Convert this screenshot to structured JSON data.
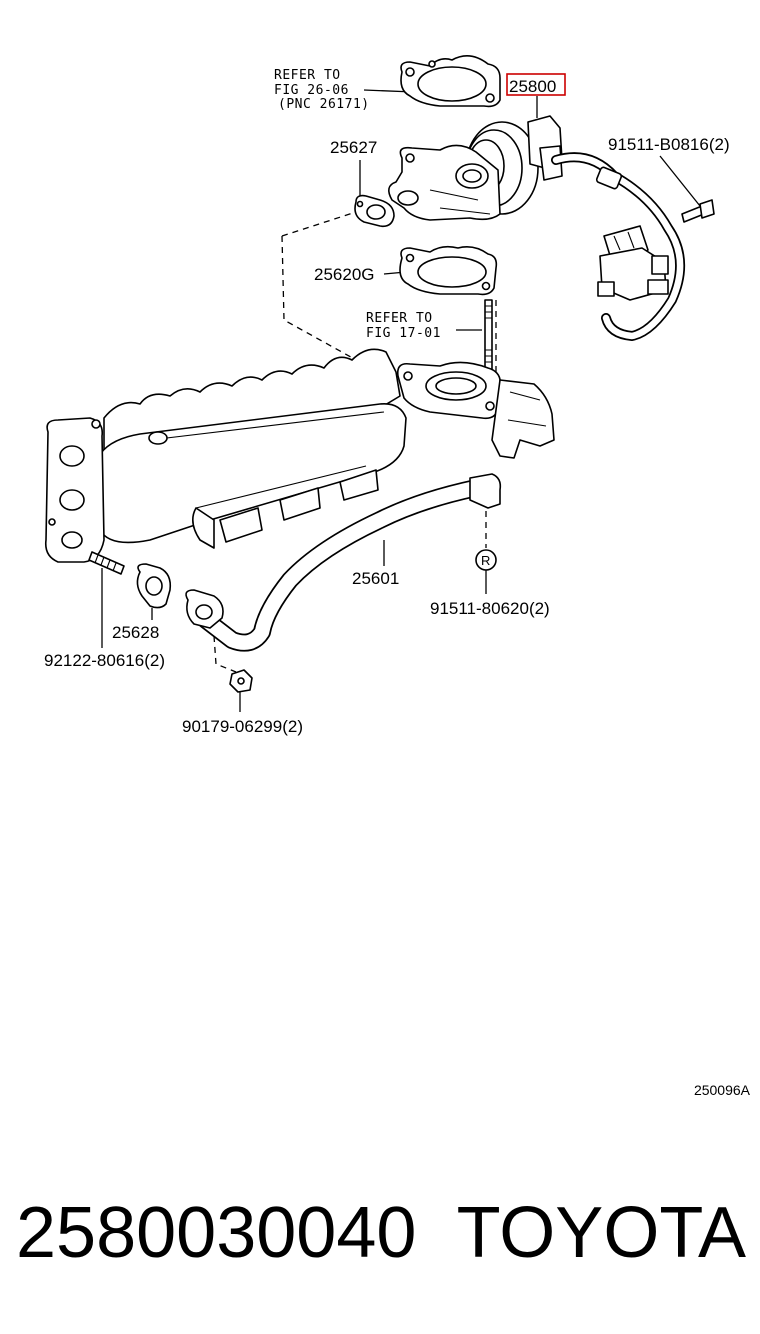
{
  "diagram": {
    "ref_fig_26": [
      "REFER TO",
      "FIG 26-06",
      "(PNC 26171)"
    ],
    "ref_fig_17": [
      "REFER TO",
      "FIG 17-01"
    ],
    "parts": {
      "egr_valve": "25800",
      "gasket_upper": "25627",
      "gasket_g": "25620G",
      "bolt_top": "91511-B0816(2)",
      "egr_pipe": "25601",
      "bolt_mid": "91511-80620(2)",
      "gasket_lower": "25628",
      "stud": "92122-80616(2)",
      "nut": "90179-06299(2)"
    },
    "marker_r": "R",
    "highlight_color": "#cc0000",
    "code": "250096A"
  },
  "footer": {
    "part_number": "2580030040",
    "brand": "TOYOTA"
  }
}
